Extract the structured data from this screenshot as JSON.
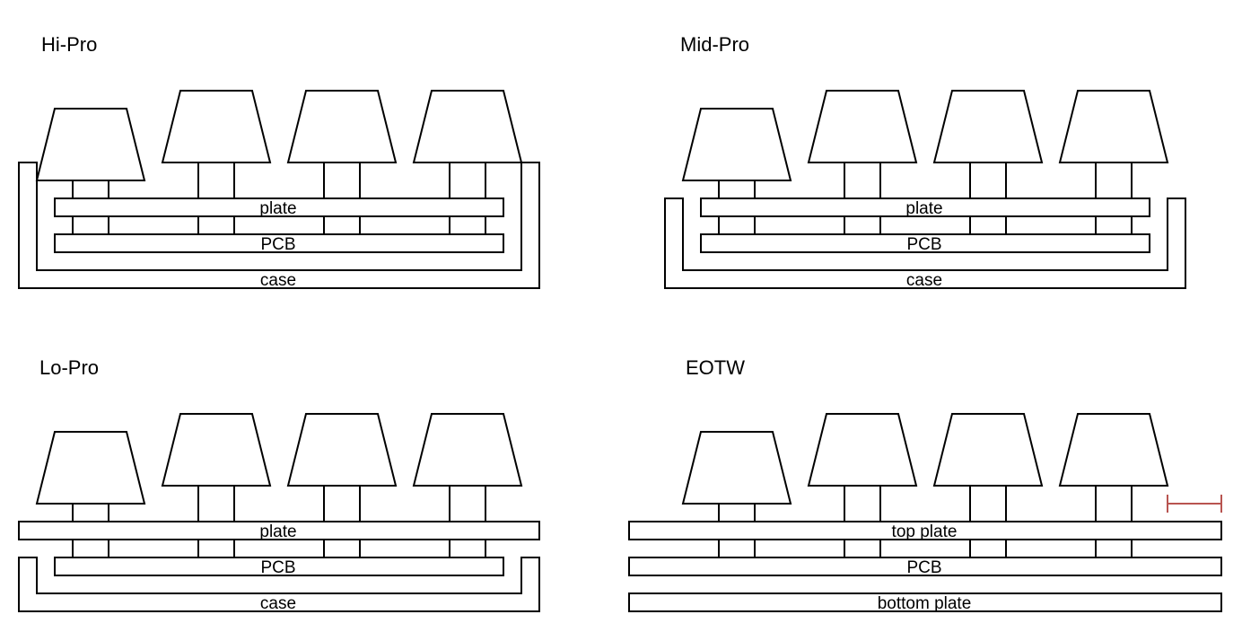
{
  "panels": {
    "hipro": {
      "title": "Hi-Pro",
      "plate": "plate",
      "pcb": "PCB",
      "case": "case"
    },
    "midpro": {
      "title": "Mid-Pro",
      "plate": "plate",
      "pcb": "PCB",
      "case": "case"
    },
    "lopro": {
      "title": "Lo-Pro",
      "plate": "plate",
      "pcb": "PCB",
      "case": "case"
    },
    "eotw": {
      "title": "EOTW",
      "plate": "top plate",
      "pcb": "PCB",
      "bottom": "bottom plate"
    }
  },
  "colors": {
    "line": "#000000",
    "accent": "#b85450"
  }
}
